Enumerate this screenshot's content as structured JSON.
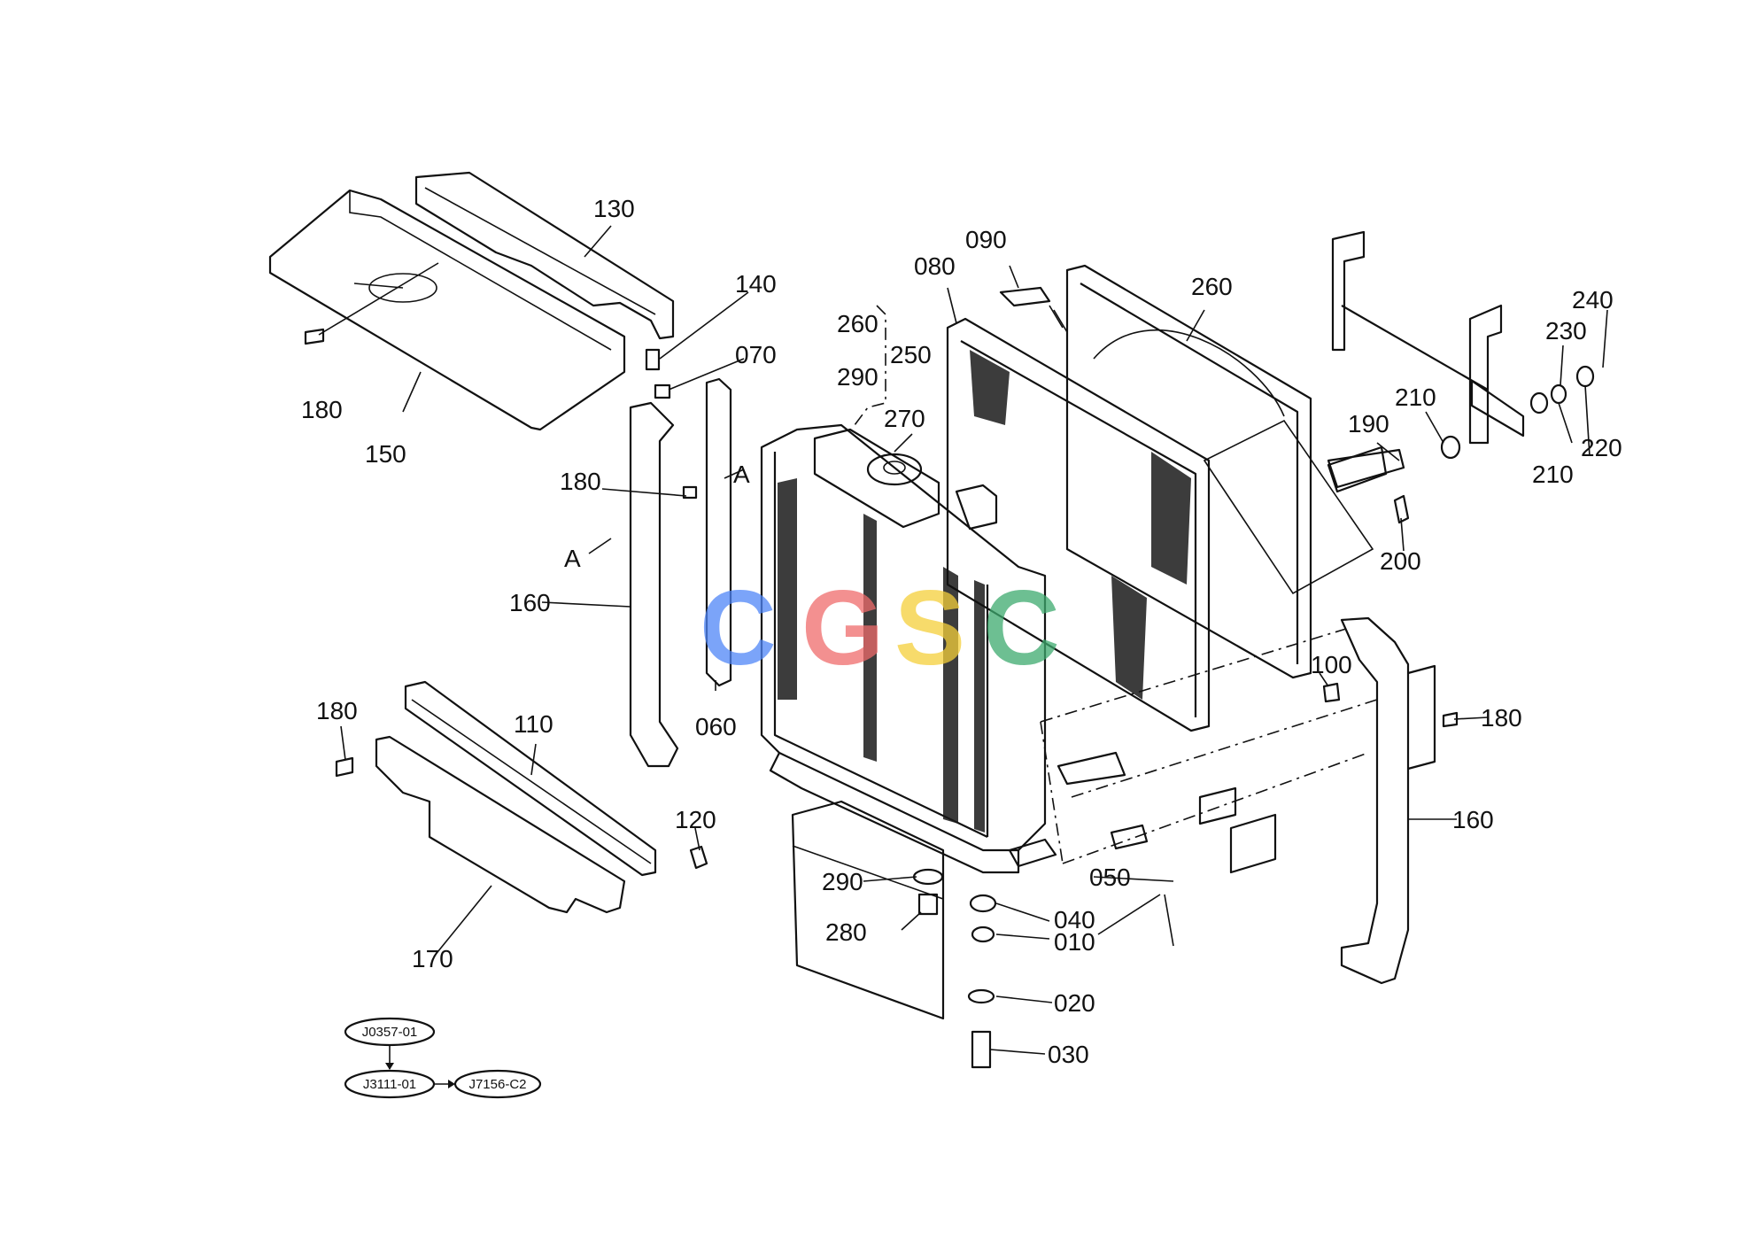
{
  "labels": {
    "l130": "130",
    "l140": "140",
    "l180a": "180",
    "l150": "150",
    "l070": "070",
    "l180b": "180",
    "lA1": "A",
    "lA2": "A",
    "l160a": "160",
    "l060": "060",
    "l260a": "260",
    "l290a": "290",
    "l250": "250",
    "l270": "270",
    "l080": "080",
    "l090": "090",
    "l260b": "260",
    "l240": "240",
    "l230": "230",
    "l210a": "210",
    "l190": "190",
    "l220": "220",
    "l210b": "210",
    "l200": "200",
    "l100": "100",
    "l180c": "180",
    "l160b": "160",
    "l180d": "180",
    "l110": "110",
    "l120": "120",
    "l170": "170",
    "l290b": "290",
    "l280": "280",
    "l040": "040",
    "l010": "010",
    "l050": "050",
    "l020": "020",
    "l030": "030"
  },
  "refs": {
    "r1": "J0357-01",
    "r2": "J3111-01",
    "r3": "J7156-C2"
  },
  "watermark": {
    "letters": [
      "C",
      "G",
      "S",
      "C"
    ],
    "colors": [
      "#4f86f7",
      "#ef6b6b",
      "#f5cf3a",
      "#3daa6e"
    ]
  }
}
